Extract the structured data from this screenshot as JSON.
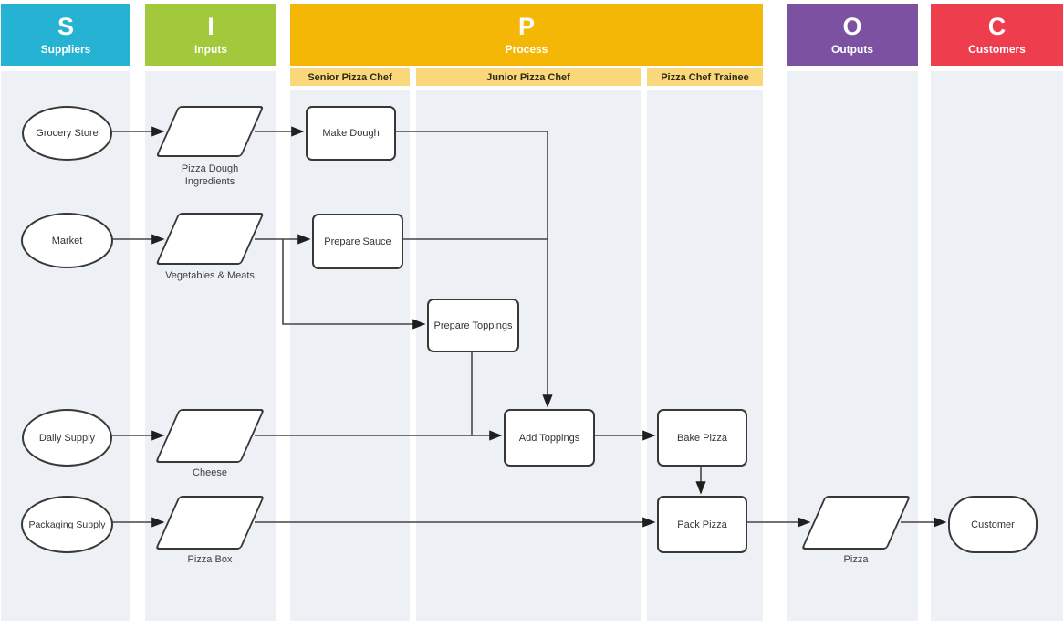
{
  "diagram": {
    "type": "SIPOC flowchart",
    "colors": {
      "suppliers": "#25b2d3",
      "inputs": "#a2c83b",
      "process": "#f4b705",
      "process_sublane": "#f8d87b",
      "outputs": "#7c51a1",
      "customers": "#ee3e4e",
      "lane_background": "#edf1f5",
      "shape_border": "#383838",
      "connector": "#454545"
    },
    "lanes": [
      {
        "letter": "S",
        "name": "Suppliers"
      },
      {
        "letter": "I",
        "name": "Inputs"
      },
      {
        "letter": "P",
        "name": "Process"
      },
      {
        "letter": "O",
        "name": "Outputs"
      },
      {
        "letter": "C",
        "name": "Customers"
      }
    ],
    "process_sublanes": [
      {
        "label": "Senior Pizza Chef"
      },
      {
        "label": "Junior Pizza Chef"
      },
      {
        "label": "Pizza Chef Trainee"
      }
    ],
    "nodes": {
      "grocery_store": {
        "label": "Grocery Store",
        "shape": "ellipse",
        "lane": "Suppliers"
      },
      "market": {
        "label": "Market",
        "shape": "ellipse",
        "lane": "Suppliers"
      },
      "daily_supply": {
        "label": "Daily Supply",
        "shape": "ellipse",
        "lane": "Suppliers"
      },
      "packaging_supply": {
        "label": "Packaging Supply",
        "shape": "ellipse",
        "lane": "Suppliers"
      },
      "pizza_dough_ingredients": {
        "label": "Pizza Dough Ingredients",
        "shape": "parallelogram",
        "lane": "Inputs"
      },
      "vegetables_meats": {
        "label": "Vegetables & Meats",
        "shape": "parallelogram",
        "lane": "Inputs"
      },
      "cheese": {
        "label": "Cheese",
        "shape": "parallelogram",
        "lane": "Inputs"
      },
      "pizza_box": {
        "label": "Pizza Box",
        "shape": "parallelogram",
        "lane": "Inputs"
      },
      "make_dough": {
        "label": "Make Dough",
        "shape": "process",
        "lane": "Senior Pizza Chef"
      },
      "prepare_sauce": {
        "label": "Prepare Sauce",
        "shape": "process",
        "lane": "Senior Pizza Chef"
      },
      "prepare_toppings": {
        "label": "Prepare Toppings",
        "shape": "process",
        "lane": "Junior Pizza Chef"
      },
      "add_toppings": {
        "label": "Add Toppings",
        "shape": "process",
        "lane": "Junior Pizza Chef"
      },
      "bake_pizza": {
        "label": "Bake Pizza",
        "shape": "process",
        "lane": "Pizza Chef Trainee"
      },
      "pack_pizza": {
        "label": "Pack Pizza",
        "shape": "process",
        "lane": "Pizza Chef Trainee"
      },
      "pizza": {
        "label": "Pizza",
        "shape": "parallelogram",
        "lane": "Outputs"
      },
      "customer": {
        "label": "Customer",
        "shape": "terminator",
        "lane": "Customers"
      }
    },
    "edges": [
      {
        "from": "grocery_store",
        "to": "pizza_dough_ingredients"
      },
      {
        "from": "pizza_dough_ingredients",
        "to": "make_dough"
      },
      {
        "from": "make_dough",
        "to": "add_toppings"
      },
      {
        "from": "market",
        "to": "vegetables_meats"
      },
      {
        "from": "vegetables_meats",
        "to": "prepare_sauce"
      },
      {
        "from": "vegetables_meats",
        "to": "prepare_toppings"
      },
      {
        "from": "prepare_sauce",
        "to": "add_toppings"
      },
      {
        "from": "prepare_toppings",
        "to": "add_toppings"
      },
      {
        "from": "daily_supply",
        "to": "cheese"
      },
      {
        "from": "cheese",
        "to": "add_toppings"
      },
      {
        "from": "add_toppings",
        "to": "bake_pizza"
      },
      {
        "from": "bake_pizza",
        "to": "pack_pizza"
      },
      {
        "from": "packaging_supply",
        "to": "pizza_box"
      },
      {
        "from": "pizza_box",
        "to": "pack_pizza"
      },
      {
        "from": "pack_pizza",
        "to": "pizza"
      },
      {
        "from": "pizza",
        "to": "customer"
      }
    ]
  }
}
